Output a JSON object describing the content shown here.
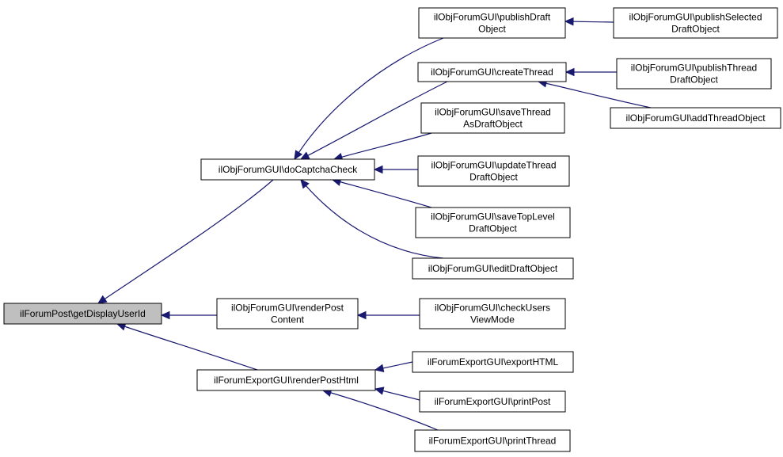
{
  "colors": {
    "edge": "#191970",
    "root_fill": "#bfbfbf",
    "node_fill": "#ffffff",
    "node_border": "#000000"
  },
  "nodes": {
    "root": [
      "ilForumPost\\getDisplayUserId"
    ],
    "doCaptchaCheck": [
      "ilObjForumGUI\\doCaptchaCheck"
    ],
    "renderPostContent": [
      "ilObjForumGUI\\renderPost",
      "Content"
    ],
    "renderPostHtml": [
      "ilForumExportGUI\\renderPostHtml"
    ],
    "publishDraftObject": [
      "ilObjForumGUI\\publishDraft",
      "Object"
    ],
    "createThread": [
      "ilObjForumGUI\\createThread"
    ],
    "saveThreadAsDraftObject": [
      "ilObjForumGUI\\saveThread",
      "AsDraftObject"
    ],
    "updateThreadDraftObject": [
      "ilObjForumGUI\\updateThread",
      "DraftObject"
    ],
    "saveTopLevelDraftObject": [
      "ilObjForumGUI\\saveTopLevel",
      "DraftObject"
    ],
    "editDraftObject": [
      "ilObjForumGUI\\editDraftObject"
    ],
    "checkUsersViewMode": [
      "ilObjForumGUI\\checkUsers",
      "ViewMode"
    ],
    "exportHTML": [
      "ilForumExportGUI\\exportHTML"
    ],
    "printPost": [
      "ilForumExportGUI\\printPost"
    ],
    "printThread": [
      "ilForumExportGUI\\printThread"
    ],
    "publishSelectedDraftObject": [
      "ilObjForumGUI\\publishSelected",
      "DraftObject"
    ],
    "publishThreadDraftObject": [
      "ilObjForumGUI\\publishThread",
      "DraftObject"
    ],
    "addThreadObject": [
      "ilObjForumGUI\\addThreadObject"
    ]
  },
  "edges": [
    {
      "from": "doCaptchaCheck",
      "to": "root"
    },
    {
      "from": "renderPostContent",
      "to": "root"
    },
    {
      "from": "renderPostHtml",
      "to": "root"
    },
    {
      "from": "publishDraftObject",
      "to": "doCaptchaCheck"
    },
    {
      "from": "createThread",
      "to": "doCaptchaCheck"
    },
    {
      "from": "saveThreadAsDraftObject",
      "to": "doCaptchaCheck"
    },
    {
      "from": "updateThreadDraftObject",
      "to": "doCaptchaCheck"
    },
    {
      "from": "saveTopLevelDraftObject",
      "to": "doCaptchaCheck"
    },
    {
      "from": "editDraftObject",
      "to": "doCaptchaCheck"
    },
    {
      "from": "checkUsersViewMode",
      "to": "renderPostContent"
    },
    {
      "from": "exportHTML",
      "to": "renderPostHtml"
    },
    {
      "from": "printPost",
      "to": "renderPostHtml"
    },
    {
      "from": "printThread",
      "to": "renderPostHtml"
    },
    {
      "from": "publishSelectedDraftObject",
      "to": "publishDraftObject"
    },
    {
      "from": "publishThreadDraftObject",
      "to": "createThread"
    },
    {
      "from": "addThreadObject",
      "to": "createThread"
    }
  ]
}
